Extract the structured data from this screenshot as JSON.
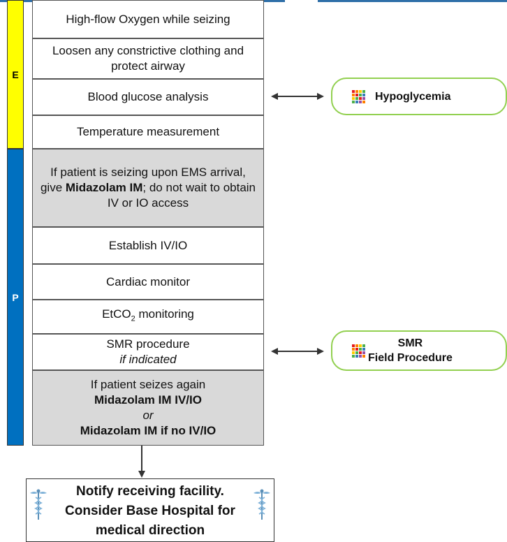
{
  "sections": [
    {
      "letter": "E",
      "color": "#ffff00"
    },
    {
      "letter": "P",
      "color": "#0070c0"
    }
  ],
  "steps": {
    "oxygen": "High-flow Oxygen while seizing",
    "loosen": "Loosen any constrictive clothing and protect airway",
    "glucose": "Blood glucose analysis",
    "temperature": "Temperature measurement",
    "midazolam_first": {
      "line1": "If patient is seizing upon EMS arrival, give",
      "drug": "Midazolam IM",
      "line2": "; do not wait to obtain IV or IO access"
    },
    "ivio": "Establish IV/IO",
    "cardiac": "Cardiac monitor",
    "etco2": {
      "prefix": "EtCO",
      "sub": "2",
      "suffix": " monitoring"
    },
    "smr": {
      "line1": "SMR procedure",
      "line2": "if indicated"
    },
    "reseize": {
      "line1": "If patient seizes again",
      "line2": "Midazolam IM IV/IO",
      "line3": "or",
      "line4": "Midazolam IM if no IV/IO"
    }
  },
  "links": {
    "hypoglycemia": "Hypoglycemia",
    "smr_line1": "SMR",
    "smr_line2": "Field Procedure"
  },
  "final": {
    "text": "Notify receiving facility. Consider Base Hospital for medical direction"
  },
  "colors": {
    "link_border": "#92d050",
    "gray_fill": "#d9d9d9",
    "header_bar": "#2f6fa8",
    "caduceus": "#7fb2d8"
  },
  "icons": {
    "link_icon": "colorful-grid-icon",
    "final_icon": "caduceus-icon"
  }
}
